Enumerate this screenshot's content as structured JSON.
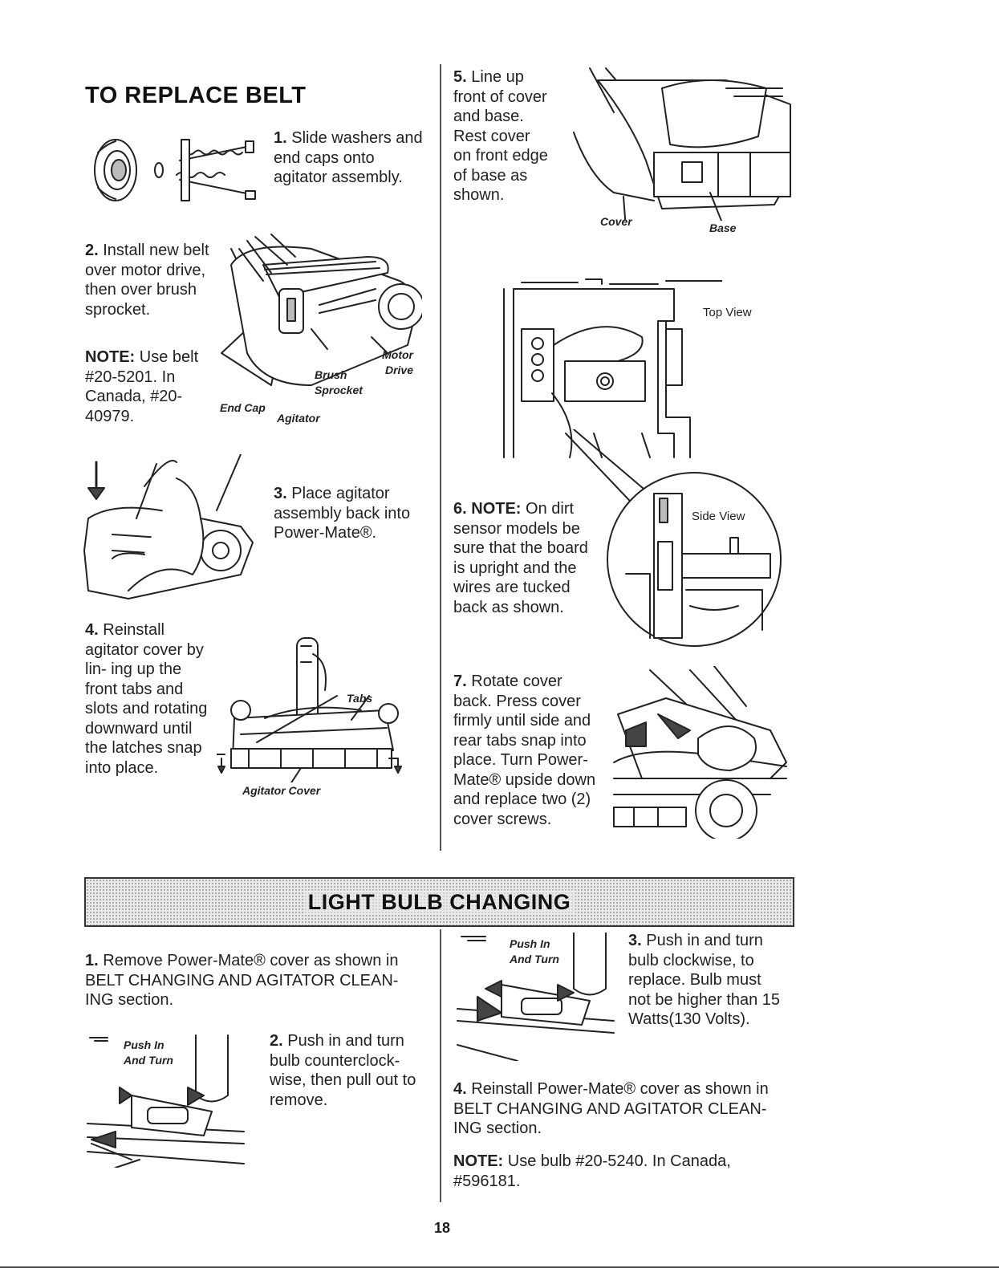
{
  "belt": {
    "title": "TO REPLACE BELT",
    "step1": {
      "num": "1.",
      "text": "Slide washers and end caps onto agitator assembly."
    },
    "step2": {
      "num": "2.",
      "text": "Install new belt over motor drive, then over brush sprocket."
    },
    "note": {
      "label": "NOTE:",
      "text": "Use belt #20-5201. In Canada, #20-40979."
    },
    "labels2": {
      "end_cap": "End Cap",
      "agitator": "Agitator",
      "brush_sprocket": "Brush Sprocket",
      "motor_drive": "Motor Drive"
    },
    "step3": {
      "num": "3.",
      "text": "Place agitator assembly back into Power-Mate®."
    },
    "step4": {
      "num": "4.",
      "text": "Reinstall agitator cover by lin- ing up the front tabs and slots and rotating downward until the latches snap into place."
    },
    "labels4": {
      "tabs": "Tabs",
      "agitator_cover": "Agitator Cover"
    },
    "step5": {
      "num": "5.",
      "text": "Line up front of cover and base. Rest cover on front edge of base as shown."
    },
    "labels5": {
      "cover": "Cover",
      "base": "Base"
    },
    "top_view": "Top View",
    "side_view": "Side View",
    "step6": {
      "num": "6.",
      "label": "NOTE:",
      "text": "On dirt sensor models be sure that the board is upright and the wires are tucked back as shown."
    },
    "step7": {
      "num": "7.",
      "text": "Rotate cover back. Press cover firmly until side and rear tabs snap into place. Turn Power-Mate® upside down and replace two (2) cover screws."
    }
  },
  "bulb": {
    "banner": "LIGHT BULB CHANGING",
    "step1": {
      "num": "1.",
      "text": "Remove Power-Mate® cover as shown in BELT CHANGING AND AGITATOR CLEAN- ING section."
    },
    "step2": {
      "num": "2.",
      "text": "Push in and turn bulb counterclock- wise, then pull out to remove."
    },
    "push_label": "Push In And Turn",
    "step3": {
      "num": "3.",
      "text": "Push in and turn bulb clockwise, to replace. Bulb must not be higher than 15 Watts(130 Volts)."
    },
    "step4": {
      "num": "4.",
      "text": "Reinstall Power-Mate® cover as shown in BELT CHANGING AND AGITATOR CLEAN- ING section."
    },
    "note": {
      "label": "NOTE:",
      "text": "Use bulb #20-5240. In Canada, #596181."
    }
  },
  "page_number": "18"
}
